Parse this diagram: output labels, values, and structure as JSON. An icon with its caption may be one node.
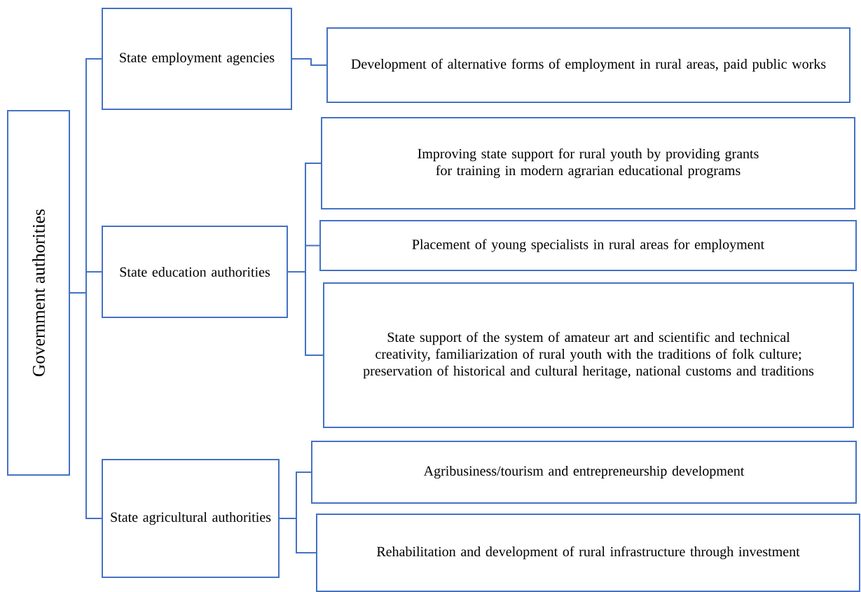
{
  "diagram": {
    "nodes": [
      {
        "text": [
          "Government authorities"
        ]
      },
      {
        "text": [
          "State employment agencies"
        ]
      },
      {
        "text": [
          "Development of alternative forms of employment in rural areas, paid public works"
        ]
      },
      {
        "text": [
          "State education authorities"
        ]
      },
      {
        "text": [
          "Improving state support for rural youth by providing grants for training in modern agrarian educational programs"
        ]
      },
      {
        "text": [
          "Placement of young specialists in rural areas for employment"
        ]
      },
      {
        "text": [
          "State support of the system of amateur art and scientific and technical creativity, familiarization of rural youth with the traditions of folk culture; preservation of historical and cultural heritage, national customs and traditions"
        ]
      },
      {
        "text": [
          "State agricultural authorities"
        ]
      },
      {
        "text": [
          "Agribusiness/tourism and entrepreneurship development"
        ]
      },
      {
        "text": [
          "Rehabilitation and development of rural infrastructure through investment"
        ]
      }
    ],
    "edges": [
      {
        "from": 0,
        "to": 1,
        "arrow": "none"
      },
      {
        "from": 0,
        "to": 3,
        "arrow": "none"
      },
      {
        "from": 0,
        "to": 7,
        "arrow": "none"
      },
      {
        "from": 1,
        "to": 2,
        "arrow": "none"
      },
      {
        "from": 3,
        "to": 4,
        "arrow": "none"
      },
      {
        "from": 3,
        "to": 5,
        "arrow": "none"
      },
      {
        "from": 3,
        "to": 6,
        "arrow": "none"
      },
      {
        "from": 7,
        "to": 8,
        "arrow": "none"
      },
      {
        "from": 7,
        "to": 9,
        "arrow": "none"
      }
    ]
  }
}
